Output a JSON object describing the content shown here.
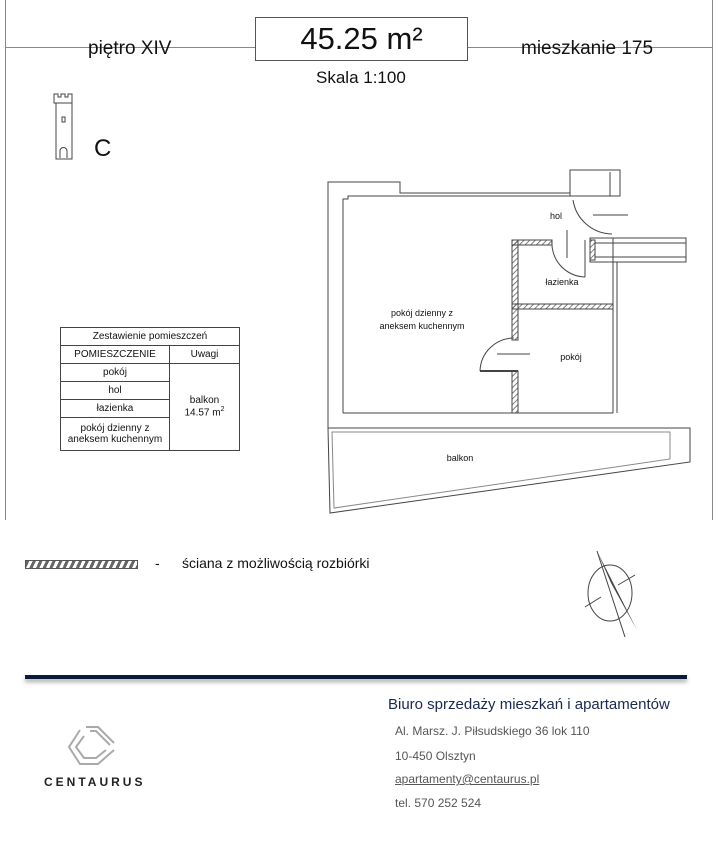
{
  "header": {
    "area": "45.25 m²",
    "floor": "piętro XIV",
    "apartment": "mieszkanie 175",
    "scale": "Skala 1:100",
    "wing": "C"
  },
  "rooms_table": {
    "title": "Zestawienie pomieszczeń",
    "col_room": "POMIESZCZENIE",
    "col_notes": "Uwagi",
    "rooms": [
      "pokój",
      "hol",
      "łazienka",
      "pokój dzienny z aneksem kuchennym"
    ],
    "note_label": "balkon",
    "note_value": "14.57 m",
    "note_sup": "2"
  },
  "plan": {
    "labels": {
      "hol": "hol",
      "bathroom": "łazienka",
      "living_1": "pokój dzienny z",
      "living_2": "aneksem kuchennym",
      "room": "pokój",
      "balcony": "balkon"
    }
  },
  "legend": {
    "dash": "-",
    "text": "ściana z możliwością rozbiórki"
  },
  "footer": {
    "brand": "CENTAURUS",
    "office_title": "Biuro sprzedaży mieszkań i apartamentów",
    "address": "Al. Marsz. J. Piłsudskiego 36 lok 110",
    "city": "10-450 Olsztyn",
    "email": "apartamenty@centaurus.pl",
    "phone": "tel. 570 252 524",
    "accent": "#0d1b3a"
  }
}
